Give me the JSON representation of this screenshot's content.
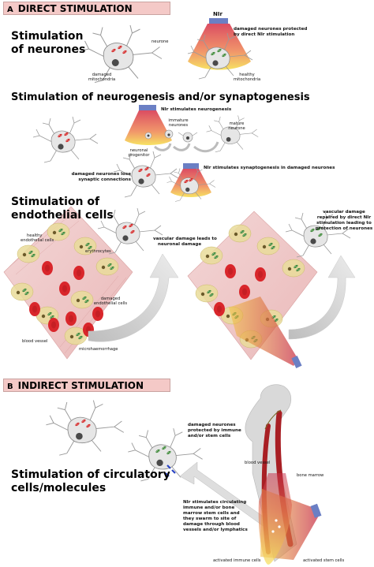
{
  "section_a": {
    "letter": "A",
    "title": "DIRECT STIMULATION"
  },
  "section_b": {
    "letter": "B",
    "title": "INDIRECT STIMULATION"
  },
  "headings": {
    "neurones_1": "Stimulation",
    "neurones_2": "of neurones",
    "neurogenesis": "Stimulation of neurogenesis and/or synaptogenesis",
    "endothelial_1": "Stimulation of",
    "endothelial_2": "endothelial cells",
    "circulatory_1": "Stimulation of circulatory",
    "circulatory_2": "cells/molecules"
  },
  "labels": {
    "nir": "NIr",
    "protected_1": "damaged neurones protected",
    "protected_2": "by direct NIr stimulation",
    "neurone": "neurone",
    "damaged_mito_1": "damaged",
    "damaged_mito_2": "mitochondria",
    "healthy_mito_1": "healthy",
    "healthy_mito_2": "mitochondria",
    "nir_neurogenesis": "NIr stimulates neurogenesis",
    "immature_1": "immature",
    "immature_2": "neurones",
    "mature_1": "mature",
    "mature_2": "neurone",
    "progenitor_1": "neuronal",
    "progenitor_2": "progenitor",
    "lose_1": "damaged neurones lose",
    "lose_2": "synaptic connections",
    "nir_synaptogenesis": "NIr stimulates synaptogenesis in damaged neurones",
    "healthy_endo_1": "healthy",
    "healthy_endo_2": "endothelial cells",
    "erythrocytes": "erythrocytes",
    "vascular_leads_1": "vascular damage leads to",
    "vascular_leads_2": "neuronal damage",
    "damaged_endo_1": "damaged",
    "damaged_endo_2": "endothelial cells",
    "blood_vessel": "blood vessel",
    "microhaem": "microhaemorrhage",
    "repaired_1": "vascular damage",
    "repaired_2": "repaired by direct NIr",
    "repaired_3": "stimulation leading to",
    "repaired_4": "protection of neurones",
    "immune_protect_1": "damaged neurones",
    "immune_protect_2": "protected by immune",
    "immune_protect_3": "and/or stem cells",
    "blood_vessel_b": "blood vessel",
    "bone_marrow": "bone marrow",
    "circ_1": "NIr stimulates circulating",
    "circ_2": "immune and/or bone",
    "circ_3": "marrow stem cells and",
    "circ_4": "they swarm to site of",
    "circ_5": "damage through blood",
    "circ_6": "vessels and/or lymphatics",
    "activated_immune": "activated immune cells",
    "activated_stem": "activated stem cells"
  },
  "colors": {
    "banner_fill": "#f4c9c7",
    "nir_device": "#6b7fc4",
    "beam_top": "#d9435a",
    "beam_bottom": "#f6e15a",
    "vessel_wall": "#f1cfcf",
    "endothelial_cell": "#e9dc9a",
    "erythrocyte": "#d9262b",
    "neurone_body": "#e6e6e6",
    "arrow": "#d7d7d7",
    "bone": "#d9d9d9",
    "artery": "#a81f24"
  }
}
